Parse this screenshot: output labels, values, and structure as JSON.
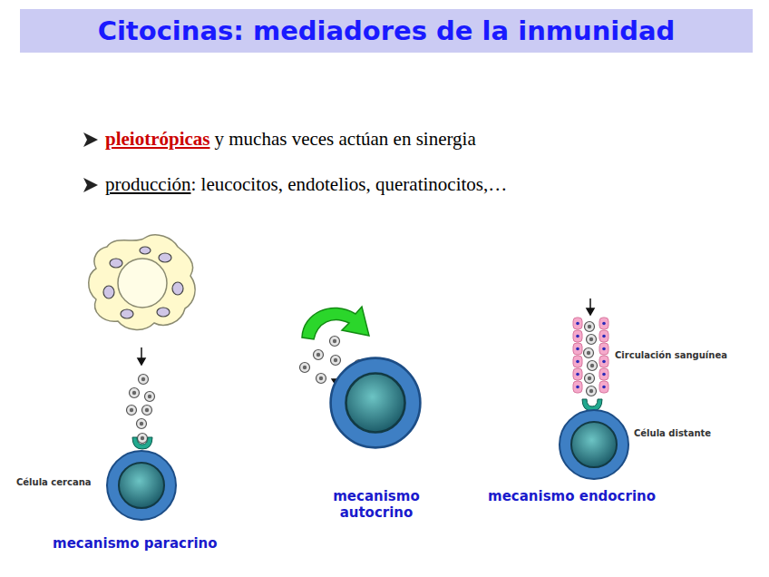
{
  "diagram": {
    "title": "Citocinas: mediadores de la inmunidad",
    "labels": [
      "pleiotrópicas",
      "y muchas veces actúan en sinergia",
      "producción",
      ": leucocitos, endotelios, queratinocitos,…",
      "Célula cercana",
      "mecanismo paracrino",
      "mecanismo autocrino",
      "Circulación sanguínea",
      "Célula distante",
      "mecanismo endocrino"
    ]
  }
}
